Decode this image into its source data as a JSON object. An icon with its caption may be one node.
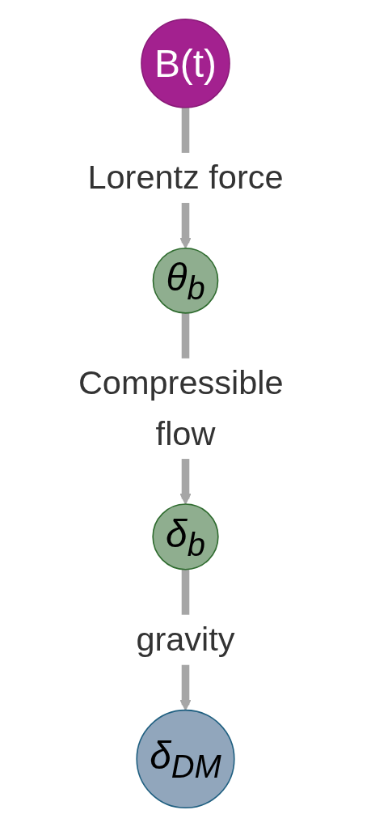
{
  "diagram": {
    "nodes": [
      {
        "text": [
          "B(t)"
        ]
      },
      {
        "text": [
          "θ$_{b}$"
        ]
      },
      {
        "text": [
          "δ$_{b}$"
        ]
      },
      {
        "text": [
          "δ$_{DM}$"
        ]
      }
    ],
    "edges": [
      {
        "from": 0,
        "to": 1,
        "arrow": "to",
        "label": "Lorentz force"
      },
      {
        "from": 1,
        "to": 2,
        "arrow": "to",
        "label": "Compressible flow"
      },
      {
        "from": 2,
        "to": 3,
        "arrow": "to",
        "label": "gravity"
      }
    ]
  }
}
